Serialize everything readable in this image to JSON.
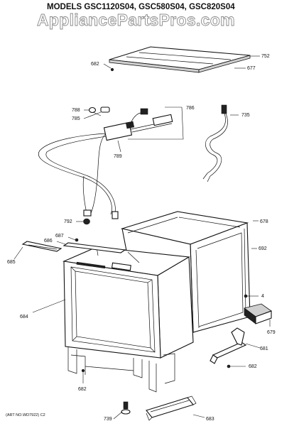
{
  "header": {
    "title": "MODELS GSC1120S04, GSC580S04, GSC820S04",
    "watermark": "AppliancePartsPros.com"
  },
  "footer": {
    "art_number": "(ART NO.WD7922) C2"
  },
  "callouts": {
    "c682_top": "682",
    "c752": "752",
    "c677": "677",
    "c786": "786",
    "c788": "788",
    "c785": "785",
    "c735": "735",
    "c789": "789",
    "c792": "792",
    "c678": "678",
    "c687": "687",
    "c686": "686",
    "c685": "685",
    "c692": "692",
    "c4": "4",
    "c684": "684",
    "c679": "679",
    "c681": "681",
    "c682_right": "682",
    "c682_bottom": "682",
    "c739": "739",
    "c683": "683"
  }
}
